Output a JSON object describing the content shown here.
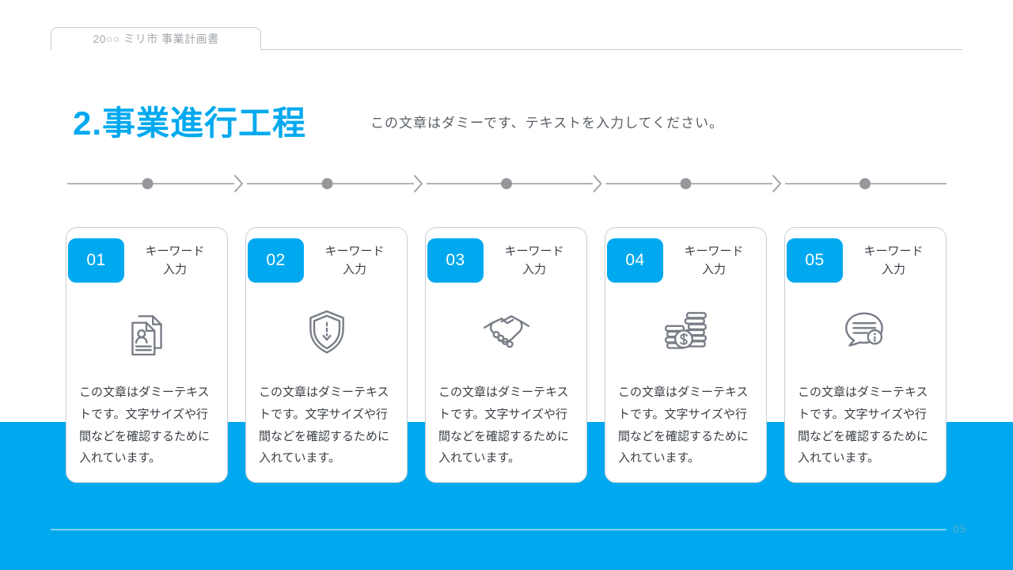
{
  "slide": {
    "header_tab_label": "20○○ ミリ市 事業計画書",
    "title": "2.事業進行工程",
    "subtitle": "この文章はダミーです、テキストを入力してください。",
    "page_number": "05"
  },
  "colors": {
    "accent": "#00a9ef",
    "icon_stroke": "#787d86",
    "timeline_gray": "#a2a5aa"
  },
  "timeline": {
    "steps": 5,
    "dot_count": 5,
    "arrow_count": 4
  },
  "cards": [
    {
      "number": "01",
      "keyword_line1": "キーワード",
      "keyword_line2": "入力",
      "icon": "resume-documents-icon",
      "body": "この文章はダミーテキストです。文字サイズや行間などを確認するために入れています。"
    },
    {
      "number": "02",
      "keyword_line1": "キーワード",
      "keyword_line2": "入力",
      "icon": "shield-icon",
      "body": "この文章はダミーテキストです。文字サイズや行間などを確認するために入れています。"
    },
    {
      "number": "03",
      "keyword_line1": "キーワード",
      "keyword_line2": "入力",
      "icon": "handshake-icon",
      "body": "この文章はダミーテキストです。文字サイズや行間などを確認するために入れています。"
    },
    {
      "number": "04",
      "keyword_line1": "キーワード",
      "keyword_line2": "入力",
      "icon": "money-coins-icon",
      "body": "この文章はダミーテキストです。文字サイズや行間などを確認するために入れています。"
    },
    {
      "number": "05",
      "keyword_line1": "キーワード",
      "keyword_line2": "入力",
      "icon": "chat-info-icon",
      "body": "この文章はダミーテキストです。文字サイズや行間などを確認するために入れています。"
    }
  ]
}
